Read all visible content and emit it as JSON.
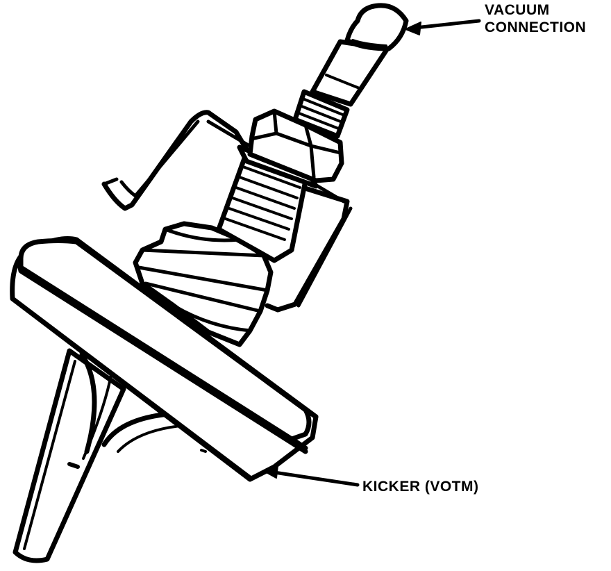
{
  "labels": {
    "vacuum_line1": "VACUUM",
    "vacuum_line2": "CONNECTION",
    "kicker": "KICKER (VOTM)"
  },
  "colors": {
    "ink": "#000000",
    "paper": "#ffffff"
  }
}
